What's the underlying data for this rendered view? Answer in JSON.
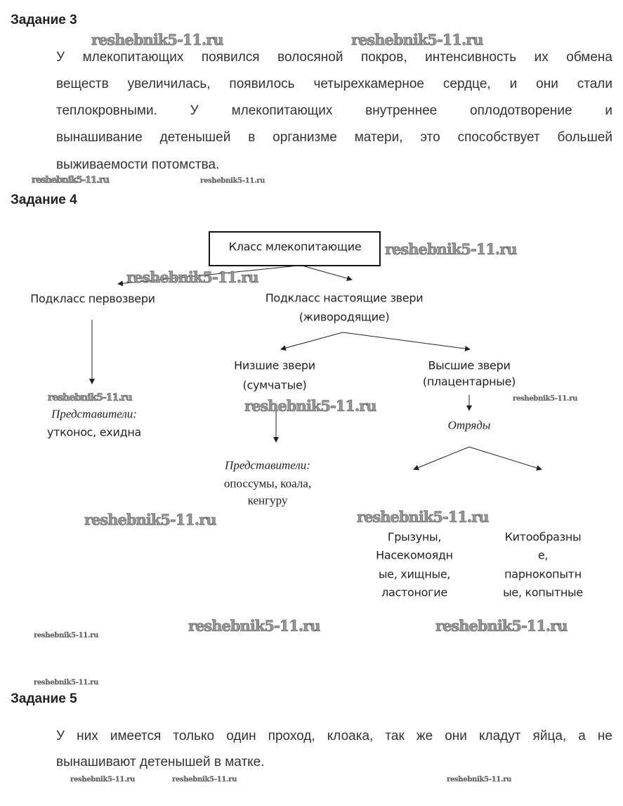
{
  "task3": {
    "heading": "Задание 3",
    "lines": [
      "У млекопитающих появился волосяной покров, интенсивность их обмена",
      "веществ увеличилась, появилось четырехкамерное сердце, и они стали",
      "теплокровными. У млекопитающих внутреннее оплодотворение и",
      "вынашивание детенышей в организме матери, это способствует большей",
      "выживаемости потомства."
    ]
  },
  "task4": {
    "heading": "Задание 4",
    "diagram": {
      "root": "Класс млекопитающие",
      "subclass1": "Подкласс первозвери",
      "subclass2_line1": "Подкласс настоящие звери",
      "subclass2_line2": "(живородящие)",
      "lower_line1": "Низшие звери",
      "lower_line2": "(сумчатые)",
      "higher_line1": "Высшие звери",
      "higher_line2": "(плацентарные)",
      "reps1_label": "Представители:",
      "reps1_value": "утконос, ехидна",
      "reps2_label": "Представители:",
      "reps2_line1": "опоссумы, коала,",
      "reps2_line2": "кенгуру",
      "orders_label": "Отряды",
      "orders_left": [
        "Грызуны,",
        "Насекомоядн",
        "ые, хищные,",
        "ластоногие"
      ],
      "orders_right": [
        "Китообразны",
        "е,",
        "парнокопытн",
        "ые, копытные"
      ]
    }
  },
  "task5": {
    "heading": "Задание 5",
    "lines": [
      "У них имеется только один проход, клоака, так же они кладут яйца, а не",
      "вынашивают детенышей в матке."
    ]
  },
  "watermark": "reshebnik5-11.ru"
}
